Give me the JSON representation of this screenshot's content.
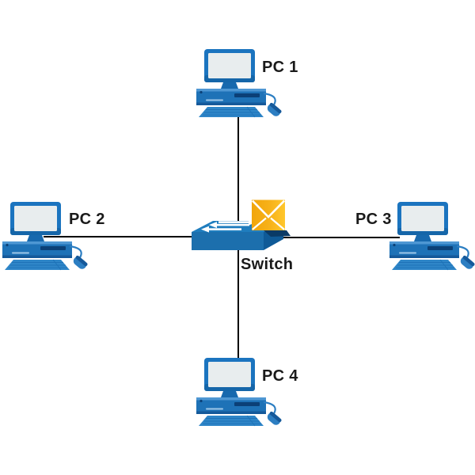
{
  "diagram": {
    "type": "star-network-topology",
    "center_node": {
      "id": "switch",
      "label": "Switch",
      "icon": "network-switch-icon",
      "overlay_icon": "mail-envelope-icon"
    },
    "nodes": [
      {
        "id": "pc1",
        "label": "PC 1",
        "icon": "desktop-pc-icon",
        "position": "top"
      },
      {
        "id": "pc2",
        "label": "PC 2",
        "icon": "desktop-pc-icon",
        "position": "left"
      },
      {
        "id": "pc3",
        "label": "PC 3",
        "icon": "desktop-pc-icon",
        "position": "right"
      },
      {
        "id": "pc4",
        "label": "PC 4",
        "icon": "desktop-pc-icon",
        "position": "bottom"
      }
    ],
    "edges": [
      {
        "from": "PC 1",
        "to": "Switch"
      },
      {
        "from": "PC 2",
        "to": "Switch"
      },
      {
        "from": "PC 3",
        "to": "Switch"
      },
      {
        "from": "PC 4",
        "to": "Switch"
      }
    ],
    "colors": {
      "pc_body": "#1B74BF",
      "pc_screen": "#E8EDEE",
      "pc_dark": "#0B4077",
      "pc_keyboard": "#2F86C8",
      "switch_top": "#1F7DBE",
      "switch_front": "#1C6FAD",
      "switch_side": "#0F5A97",
      "envelope": "#F1A50B",
      "envelope_highlight": "#FFC72C",
      "connection_line": "#000000",
      "label_text": "#1A1A1A",
      "background": "#FFFFFF"
    }
  }
}
